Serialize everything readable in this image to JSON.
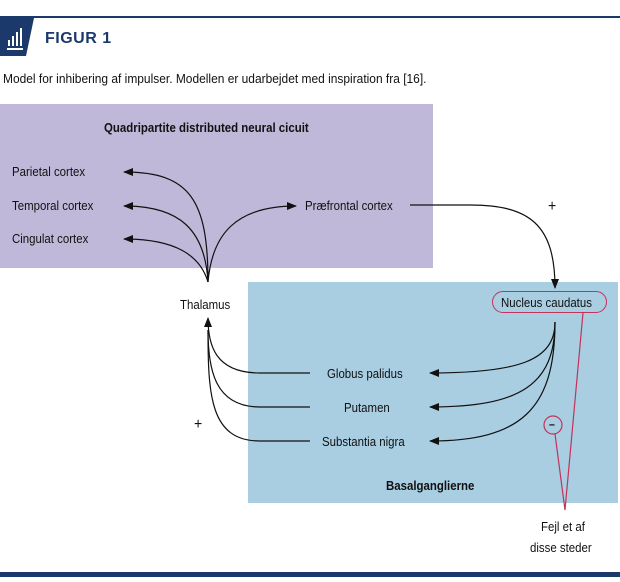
{
  "header": {
    "icon": "bar-chart-icon",
    "title": "FIGUR 1",
    "accent_color": "#1b3a6b"
  },
  "caption": "Model for inhibering af impulser. Modellen er udarbejdet med inspiration fra [16].",
  "cortex_box": {
    "title": "Quadripartite distributed neural cicuit",
    "color": "#bfb8d9",
    "items": [
      "Parietal cortex",
      "Temporal cortex",
      "Cingulat cortex",
      "Præfrontal cortex"
    ]
  },
  "thalamus": "Thalamus",
  "basal_box": {
    "title": "Basalganglierne",
    "color": "#a9cde1",
    "nucleus": "Nucleus caudatus",
    "items": [
      "Globus palidus",
      "Putamen",
      "Substantia nigra"
    ]
  },
  "signs": {
    "plus_top": "+",
    "plus_left": "+",
    "minus": "–"
  },
  "annotation": {
    "line1": "Fejl et af",
    "line2": "disse steder",
    "color": "#c2335a"
  }
}
